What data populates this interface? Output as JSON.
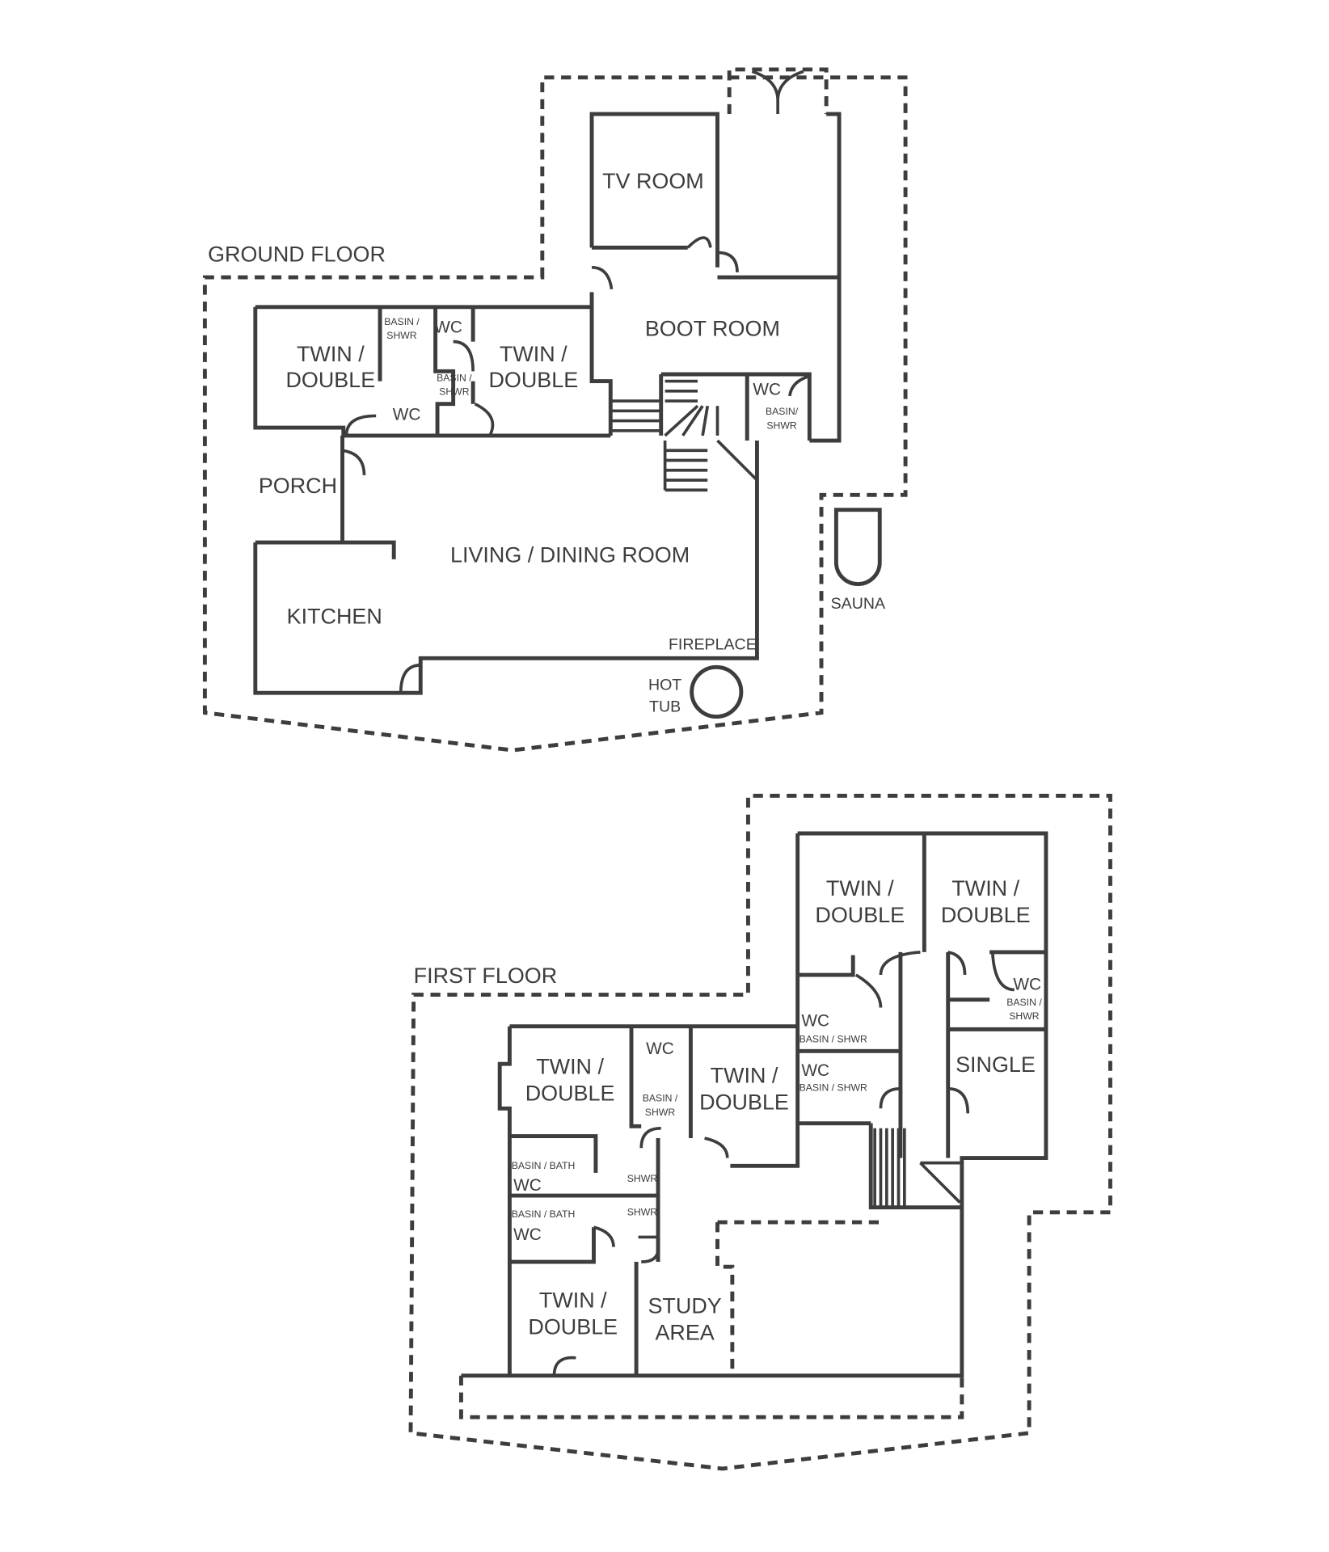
{
  "ground_floor": {
    "title": "GROUND FLOOR",
    "rooms": {
      "tv_room": "TV ROOM",
      "boot_room": "BOOT ROOM",
      "twin_double_1": [
        "TWIN /",
        "DOUBLE"
      ],
      "twin_double_2": [
        "TWIN /",
        "DOUBLE"
      ],
      "basin_shwr_1": [
        "BASIN /",
        "SHWR"
      ],
      "basin_shwr_2": [
        "BASIN /",
        "SHWR"
      ],
      "basin_shwr_3": [
        "BASIN/",
        "SHWR"
      ],
      "wc_1": "WC",
      "wc_2": "WC",
      "wc_3": "WC",
      "porch": "PORCH",
      "living": "LIVING / DINING ROOM",
      "kitchen": "KITCHEN",
      "fireplace": "FIREPLACE",
      "hot_tub": [
        "HOT",
        "TUB"
      ],
      "sauna": "SAUNA"
    }
  },
  "first_floor": {
    "title": "FIRST FLOOR",
    "rooms": {
      "twin_double_a": [
        "TWIN /",
        "DOUBLE"
      ],
      "twin_double_b": [
        "TWIN /",
        "DOUBLE"
      ],
      "twin_double_c": [
        "TWIN /",
        "DOUBLE"
      ],
      "twin_double_d": [
        "TWIN /",
        "DOUBLE"
      ],
      "twin_double_e": [
        "TWIN /",
        "DOUBLE"
      ],
      "single": "SINGLE",
      "study": [
        "STUDY",
        "AREA"
      ],
      "wc_a": "WC",
      "basin_shwr_a": [
        "BASIN /",
        "SHWR"
      ],
      "wc_b": "WC",
      "basin_shwr_b": "BASIN / SHWR",
      "wc_c": "WC",
      "basin_shwr_c": "BASIN / SHWR",
      "wc_d": "WC",
      "basin_shwr_d": [
        "BASIN /",
        "SHWR"
      ],
      "wc_e": "WC",
      "basin_bath_e": "BASIN / BATH",
      "shwr_e": "SHWR",
      "wc_f": "WC",
      "basin_bath_f": "BASIN / BATH",
      "shwr_f": "SHWR"
    }
  }
}
